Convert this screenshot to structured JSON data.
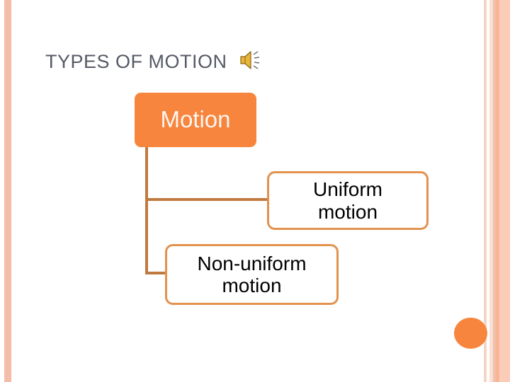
{
  "slide": {
    "title": "TYPES OF MOTION",
    "title_color": "#565a66",
    "background_color": "#ffffff"
  },
  "audio": {
    "icon": "speaker-icon",
    "icon_color": "#d4a017"
  },
  "diagram": {
    "type": "hierarchy",
    "root": {
      "label": "Motion",
      "fill": "#f7853d",
      "text_color": "#fdf5ef"
    },
    "children": [
      {
        "label": "Uniform motion",
        "line1": "Uniform",
        "line2": "motion",
        "fill": "#ffffff",
        "border_color": "#e3924e",
        "text_color": "#000000"
      },
      {
        "label": "Non-uniform motion",
        "line1": "Non-uniform",
        "line2": "motion",
        "fill": "#ffffff",
        "border_color": "#e3924e",
        "text_color": "#000000"
      }
    ],
    "connector_color": "#c07a3f"
  },
  "decoration": {
    "left_stripe_color": "#f4bdaa",
    "right_stripe_colors": [
      "#f6d3c3",
      "#fae0d4",
      "#f3c0aa",
      "#f9b696",
      "#fbcdb8"
    ],
    "accent_dot_color": "#f7853d"
  }
}
